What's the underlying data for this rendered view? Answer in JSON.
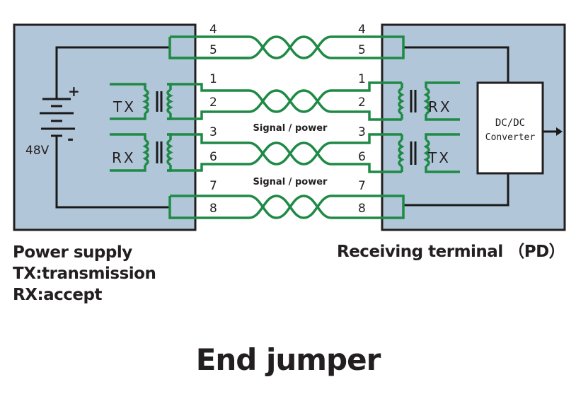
{
  "colors": {
    "panel_fill": "#b2c6d9",
    "panel_border": "#231f20",
    "wire_green": "#1e8a46",
    "dc_wire": "#1a1a1a",
    "text": "#231f20",
    "converter_fill": "#ffffff"
  },
  "left_panel": {
    "battery_label": "48V",
    "plus": "+",
    "minus": "-",
    "tx_label": "TX",
    "rx_label": "RX"
  },
  "right_panel": {
    "rx_label": "RX",
    "tx_label": "TX",
    "converter_line1": "DC/DC",
    "converter_line2": "Converter"
  },
  "pins_left": [
    "4",
    "5",
    "1",
    "2",
    "3",
    "6",
    "7",
    "8"
  ],
  "pins_right": [
    "4",
    "5",
    "1",
    "2",
    "3",
    "6",
    "7",
    "8"
  ],
  "pair_labels": [
    "Signal / power",
    "Signal / power"
  ],
  "captions": {
    "left_lines": [
      "Power supply",
      "TX:transmission",
      "RX:accept"
    ],
    "right": "Receiving terminal （PD）"
  },
  "title": "End jumper"
}
